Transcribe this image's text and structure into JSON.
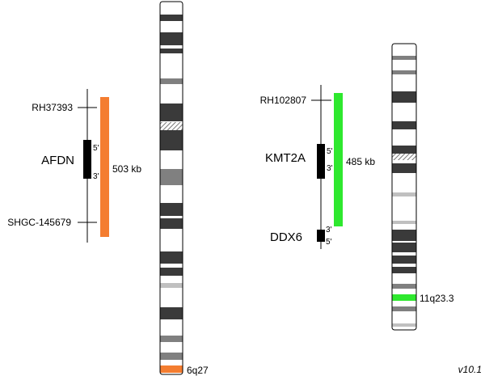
{
  "left_panel": {
    "markers": [
      "RH37393",
      "SHGC-145679"
    ],
    "gene": {
      "name": "AFDN",
      "top_end": "5'",
      "bottom_end": "3'"
    },
    "region": {
      "size_label": "503 kb",
      "color": "#f47d30"
    },
    "chromosome": {
      "band_label": "6q27",
      "highlight_color": "#f47d30"
    }
  },
  "right_panel": {
    "markers": [
      "RH102807"
    ],
    "genes": [
      {
        "name": "KMT2A",
        "top_end": "5'",
        "bottom_end": "3'"
      },
      {
        "name": "DDX6",
        "top_end": "3'",
        "bottom_end": "5'"
      }
    ],
    "region": {
      "size_label": "485 kb",
      "color": "#2ee82e"
    },
    "chromosome": {
      "band_label": "11q23.3",
      "highlight_color": "#2ee82e"
    }
  },
  "version": "v10.1"
}
